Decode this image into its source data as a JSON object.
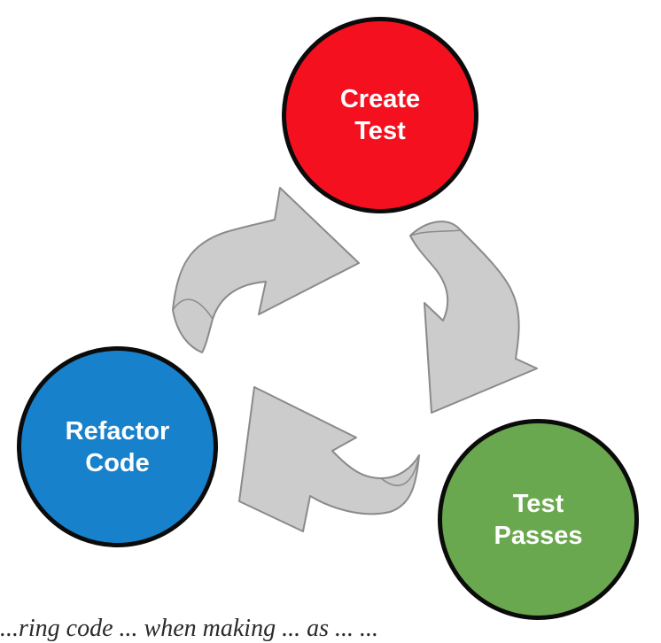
{
  "diagram": {
    "nodes": [
      {
        "id": "create",
        "label": "Create\nTest",
        "color": "#f5101f"
      },
      {
        "id": "passes",
        "label": "Test\nPasses",
        "color": "#6aa84f"
      },
      {
        "id": "refactor",
        "label": "Refactor\nCode",
        "color": "#1781cc"
      }
    ],
    "arrow_fill": "#cccccc",
    "arrow_stroke": "#8a8a8a",
    "outline_color": "#0b0b0b"
  },
  "caption_fragment": "...ring code ... when making ... as ... ..."
}
